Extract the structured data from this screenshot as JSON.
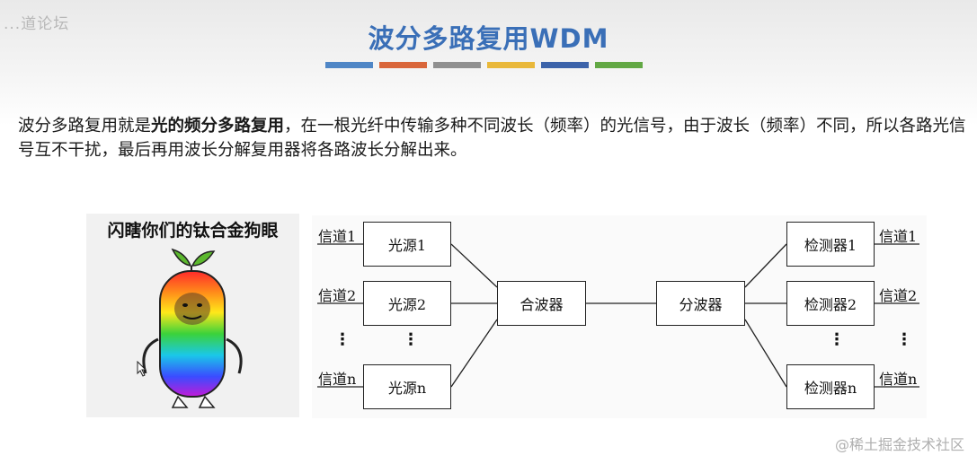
{
  "watermark_top_left": "...道论坛",
  "title": "波分多路复用WDM",
  "title_color": "#3a6fb7",
  "color_bars": [
    "#4f86c6",
    "#d9663a",
    "#909090",
    "#e9b83a",
    "#3c63aa",
    "#62a844"
  ],
  "paragraph": {
    "part1": "波分多路复用就是",
    "bold": "光的频分多路复用",
    "part2": "，在一根光纤中传输多种不同波长（频率）的光信号，由于波长（频率）不同，所以各路光信号互不干扰，最后再用波长分解复用器将各路波长分解出来。"
  },
  "meme_caption": "闪瞎你们的钛合金狗眼",
  "diagram": {
    "channels_in": [
      "信道1",
      "信道2",
      "信道n"
    ],
    "sources": [
      "光源1",
      "光源2",
      "光源n"
    ],
    "combiner": "合波器",
    "splitter": "分波器",
    "detectors": [
      "检测器1",
      "检测器2",
      "检测器n"
    ],
    "channels_out": [
      "信道1",
      "信道2",
      "信道n"
    ],
    "ellipsis": "⋮"
  },
  "watermark_bottom_right": "@稀土掘金技术社区"
}
